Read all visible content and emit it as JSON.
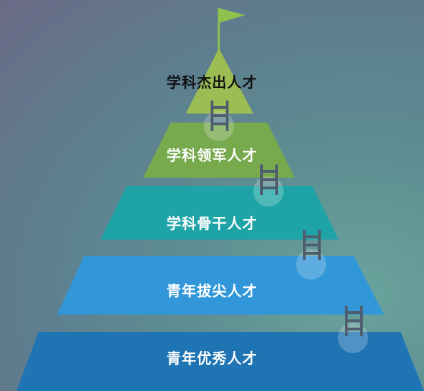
{
  "tiers": [
    {
      "label": "学科杰出人才",
      "color": "#9cbc54"
    },
    {
      "label": "学科领军人才",
      "color": "#77a94d"
    },
    {
      "label": "学科骨干人才",
      "color": "#1ea4a6"
    },
    {
      "label": "青年拔尖人才",
      "color": "#3197d9"
    },
    {
      "label": "青年优秀人才",
      "color": "#1f74b3"
    }
  ],
  "colors": {
    "flag": "#8fc24d",
    "ladder": "#4f5e6e",
    "glow": "#ffffff"
  },
  "icons": [
    "flag-icon",
    "ladder-icon"
  ]
}
